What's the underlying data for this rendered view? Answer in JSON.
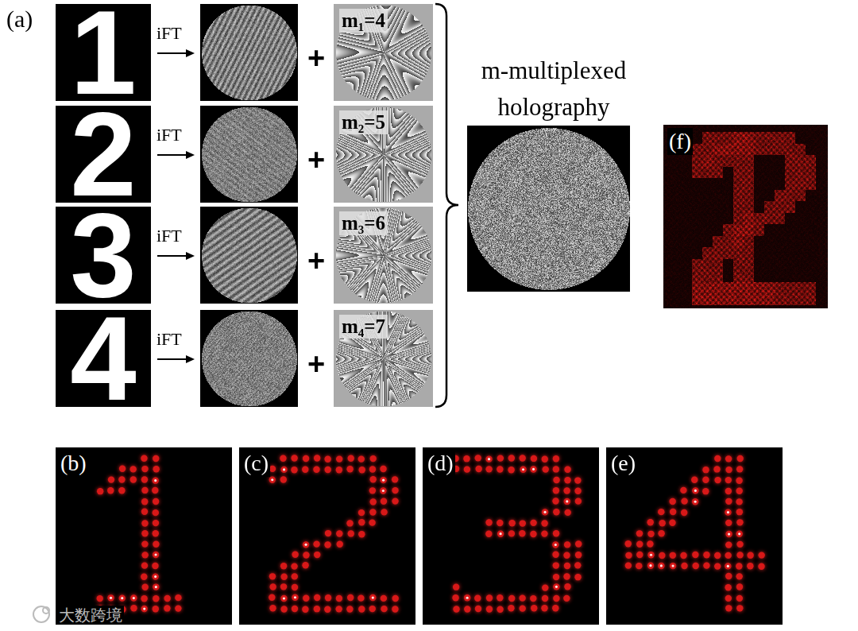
{
  "diagram": {
    "labels": [
      "(a)",
      "1",
      "iFT",
      "+",
      "m₁=4",
      "2",
      "iFT",
      "+",
      "m₂=5",
      "3",
      "iFT",
      "+",
      "m₃=6",
      "4",
      "iFT",
      "+",
      "m₄=7",
      "m-multiplexed holography",
      "(f)",
      "(b)",
      "(c)",
      "(d)",
      "(e)",
      "大数跨境"
    ]
  }
}
